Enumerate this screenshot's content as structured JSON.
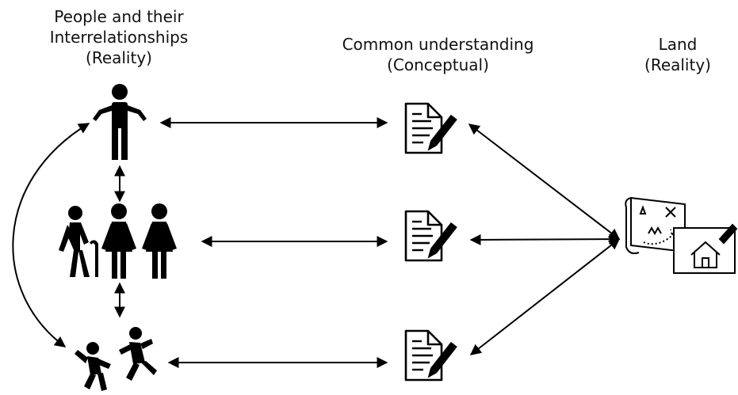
{
  "headings": {
    "people": {
      "line1": "People and their",
      "line2": "Interrelationships",
      "line3": "(Reality)"
    },
    "common": {
      "line1": "Common understanding",
      "line2": "(Conceptual)"
    },
    "land": {
      "line1": "Land",
      "line2": "(Reality)"
    }
  },
  "icons": {
    "person": "single-person-icon",
    "family": "elderly-family-icon",
    "dancers": "dancing-people-icon",
    "document": "document-with-pencil-icon",
    "land": "land-map-and-house-icon"
  },
  "colors": {
    "ink": "#000000",
    "background": "#ffffff"
  }
}
